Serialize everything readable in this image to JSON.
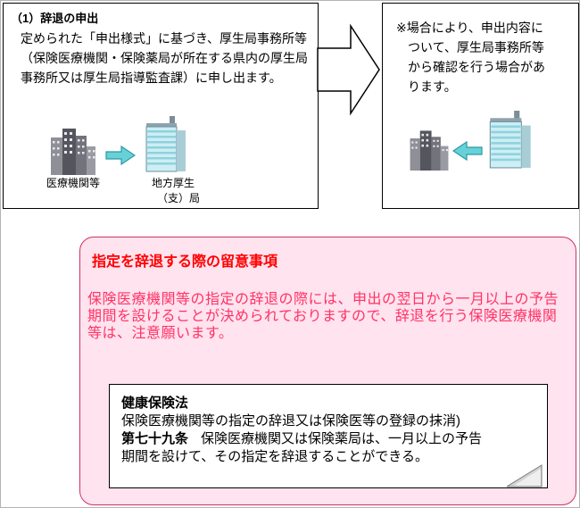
{
  "flow": {
    "left_box": {
      "title": "（1）辞退の申出",
      "body": [
        "定められた「申出様式」に基づき、厚生局事務所等",
        "（保険医療機関・保険薬局が所在する県内の厚生局",
        "事務所又は厚生局指導監査課）に申し出ます。"
      ],
      "sender_label": "医療機関等",
      "receiver_label": [
        "地方厚生",
        "（支）局"
      ]
    },
    "right_box": {
      "note": [
        "※場合により、申出内容に",
        "ついて、厚生局事務所等",
        "から確認を行う場合があ",
        "ります。"
      ]
    }
  },
  "notice": {
    "title": "指定を辞退する際の留意事項",
    "body": [
      "保険医療機関等の指定の辞退の際には、申出の翌日から一月以上の予告",
      "期間を設けることが決められておりますので、辞退を行う保険医療機関",
      "等は、注意願います。"
    ],
    "law": {
      "name": "健康保険法",
      "subtitle": "保険医療機関等の指定の辞退又は保険医等の登録の抹消)",
      "article": "第七十九条",
      "text": [
        "保険医療機関又は保険薬局は、一月以上の予告",
        "期間を設けて、その指定を辞退することができる。"
      ]
    }
  },
  "colors": {
    "notice_bg": "#ffe3ef",
    "notice_border": "#cc3366",
    "notice_title": "#ff0000",
    "notice_text": "#ff3366",
    "arrow_fill": "#66d2d8",
    "arrow_stroke": "#2e98a4"
  }
}
